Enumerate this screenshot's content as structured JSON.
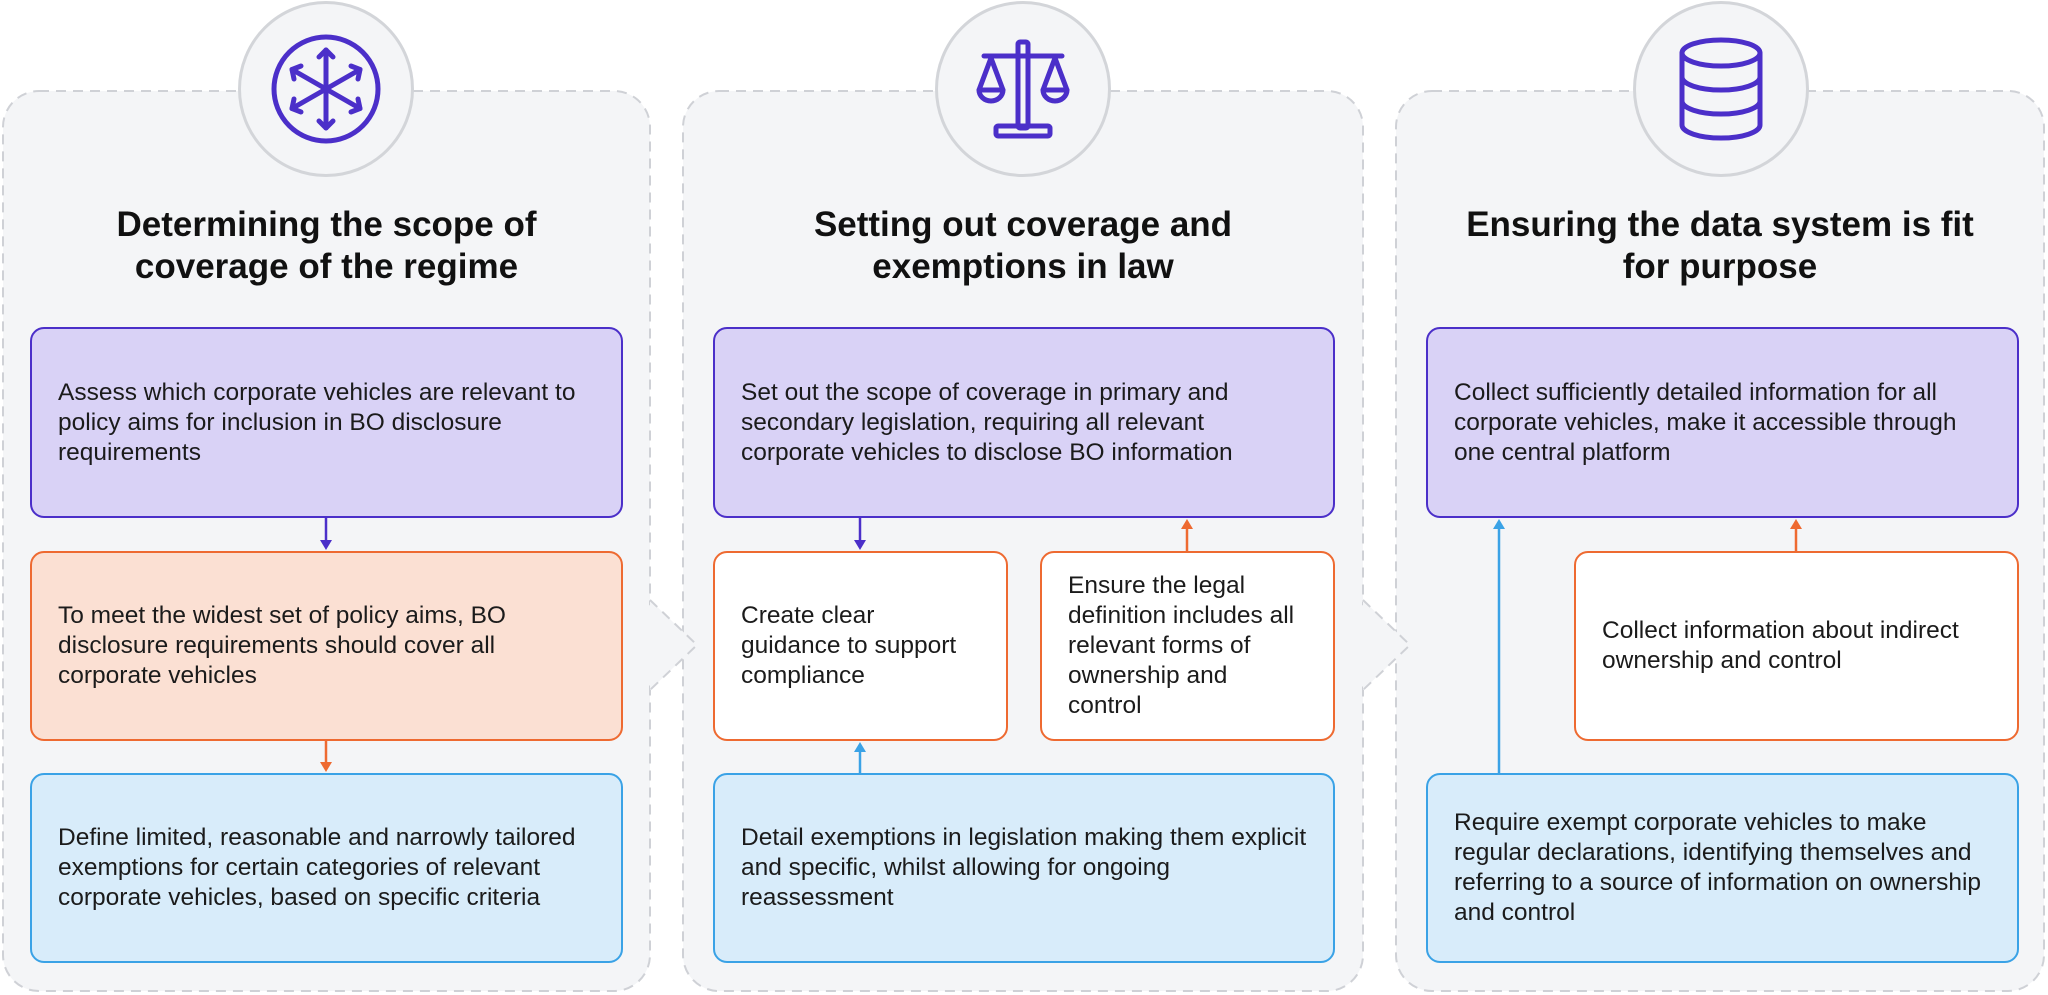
{
  "columns": [
    {
      "icon": "expand-arrows-icon",
      "title": "Determining the scope of coverage of the regime",
      "boxes": [
        "Assess which corporate vehicles are relevant to policy aims for inclusion in BO disclosure requirements",
        "To meet the widest set of policy aims, BO disclosure requirements should cover all corporate vehicles",
        "Define limited, reasonable and narrowly tailored exemptions for certain categories of relevant corporate vehicles, based on specific criteria"
      ]
    },
    {
      "icon": "scales-of-justice-icon",
      "title": "Setting out coverage and exemptions in law",
      "boxes": [
        "Set out the scope of coverage in primary and secondary legislation, requiring all relevant corporate vehicles to disclose BO information",
        "Create clear guidance to support compliance",
        "Ensure the legal definition includes all relevant forms of ownership and control",
        "Detail exemptions in legislation making them explicit and specific, whilst allowing for ongoing reassessment"
      ]
    },
    {
      "icon": "database-icon",
      "title": "Ensuring the data system is fit for purpose",
      "boxes": [
        "Collect sufficiently detailed information for all corporate vehicles, make it accessible through one central platform",
        "Collect information about indirect ownership and control",
        "Require exempt corporate vehicles to make regular declarations, identifying themselves and referring to a source of information on ownership and control"
      ]
    }
  ],
  "colors": {
    "purple": "#4b2fc9",
    "purple_fill": "#d9d2f6",
    "orange": "#ee6a31",
    "peach_fill": "#fbe0d3",
    "blue": "#3aa2e6",
    "blue_fill": "#d8ecfa",
    "panel": "#f4f5f7"
  }
}
